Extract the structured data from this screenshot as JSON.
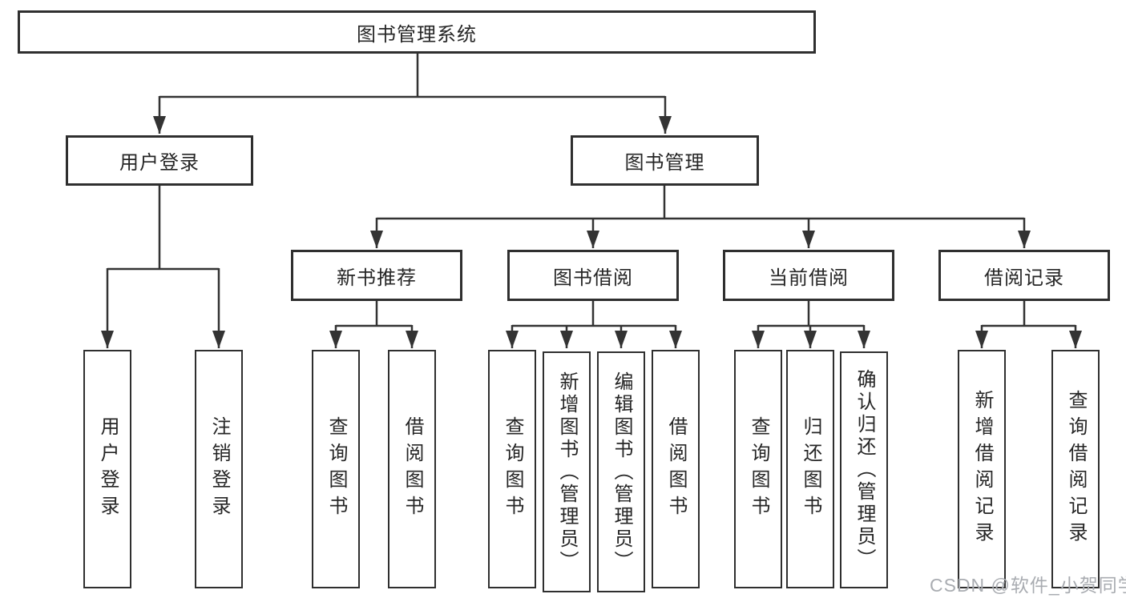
{
  "tree": {
    "root": {
      "label": "图书管理系统"
    },
    "level2": [
      {
        "label": "用户登录"
      },
      {
        "label": "图书管理"
      }
    ],
    "level3": [
      {
        "label": "新书推荐",
        "parent": "图书管理"
      },
      {
        "label": "图书借阅",
        "parent": "图书管理"
      },
      {
        "label": "当前借阅",
        "parent": "图书管理"
      },
      {
        "label": "借阅记录",
        "parent": "图书管理"
      }
    ],
    "leaves": [
      {
        "label": "用户登录",
        "parent": "用户登录"
      },
      {
        "label": "注销登录",
        "parent": "用户登录"
      },
      {
        "label": "查询图书",
        "parent": "新书推荐"
      },
      {
        "label": "借阅图书",
        "parent": "新书推荐"
      },
      {
        "label": "查询图书",
        "parent": "图书借阅"
      },
      {
        "label": "新增图书（管理员）",
        "parent": "图书借阅"
      },
      {
        "label": "编辑图书（管理员）",
        "parent": "图书借阅"
      },
      {
        "label": "借阅图书",
        "parent": "图书借阅"
      },
      {
        "label": "查询图书",
        "parent": "当前借阅"
      },
      {
        "label": "归还图书",
        "parent": "当前借阅"
      },
      {
        "label": "确认归还（管理员）",
        "parent": "当前借阅"
      },
      {
        "label": "新增借阅记录",
        "parent": "借阅记录"
      },
      {
        "label": "查询借阅记录",
        "parent": "借阅记录"
      }
    ]
  },
  "watermark": {
    "text": "CSDN @软件_小贺同学"
  },
  "colors": {
    "line": "#333333",
    "box_border": "#2f2f2f",
    "text": "#262626",
    "watermark": "#a9acb1",
    "background": "#ffffff"
  }
}
